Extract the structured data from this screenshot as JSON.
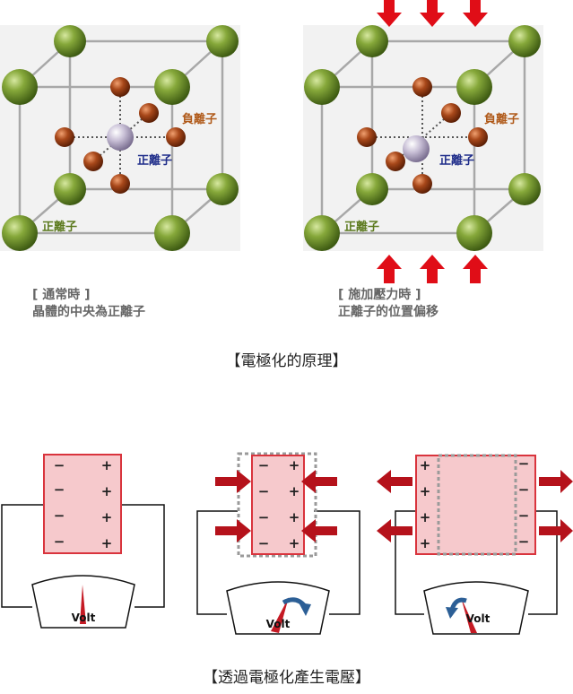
{
  "top": {
    "left_labels": {
      "negative_ion": "負離子",
      "center_positive": "正離子",
      "corner_positive": "正離子"
    },
    "right_labels": {
      "negative_ion": "負離子",
      "center_positive": "正離子",
      "corner_positive": "正離子"
    },
    "left_caption": {
      "line1": "[ 通常時 ]",
      "line2": "晶體的中央為正離子"
    },
    "right_caption": {
      "line1": "[ 施加壓力時 ]",
      "line2": "正離子的位置偏移"
    },
    "title": "【電極化的原理】"
  },
  "bottom": {
    "meter_label": "Volt",
    "sign_plus": "+",
    "sign_minus": "−",
    "title": "【透過電極化產生電壓】"
  },
  "colors": {
    "green_ion": "#6e8f2c",
    "brown_ion": "#8a3a10",
    "center_ion": "#c8bfd6",
    "negative_text": "#b05a1a",
    "positive_text": "#1f2d8a",
    "corner_text": "#5c7a1e",
    "arrow": "#b5121b",
    "crystal_fill": "#f6c9cc",
    "crystal_border": "#d9343d",
    "needle_blue": "#2c5f96"
  }
}
